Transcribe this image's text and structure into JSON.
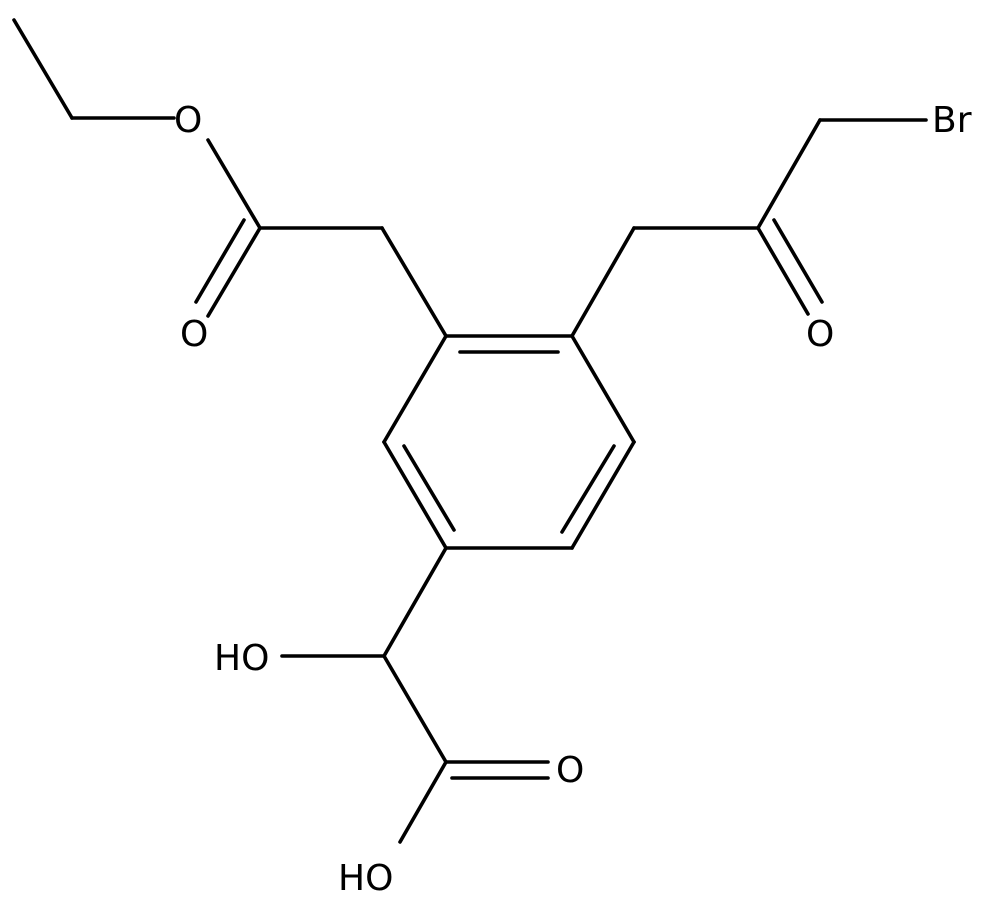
{
  "diagram": {
    "atom_labels": {
      "ester_o": "O",
      "ester_carbonyl_o": "O",
      "ketone_o": "O",
      "br": "Br",
      "hydroxyl": "HO",
      "acid_carbonyl_o": "O",
      "acid_oh": "HO"
    }
  }
}
